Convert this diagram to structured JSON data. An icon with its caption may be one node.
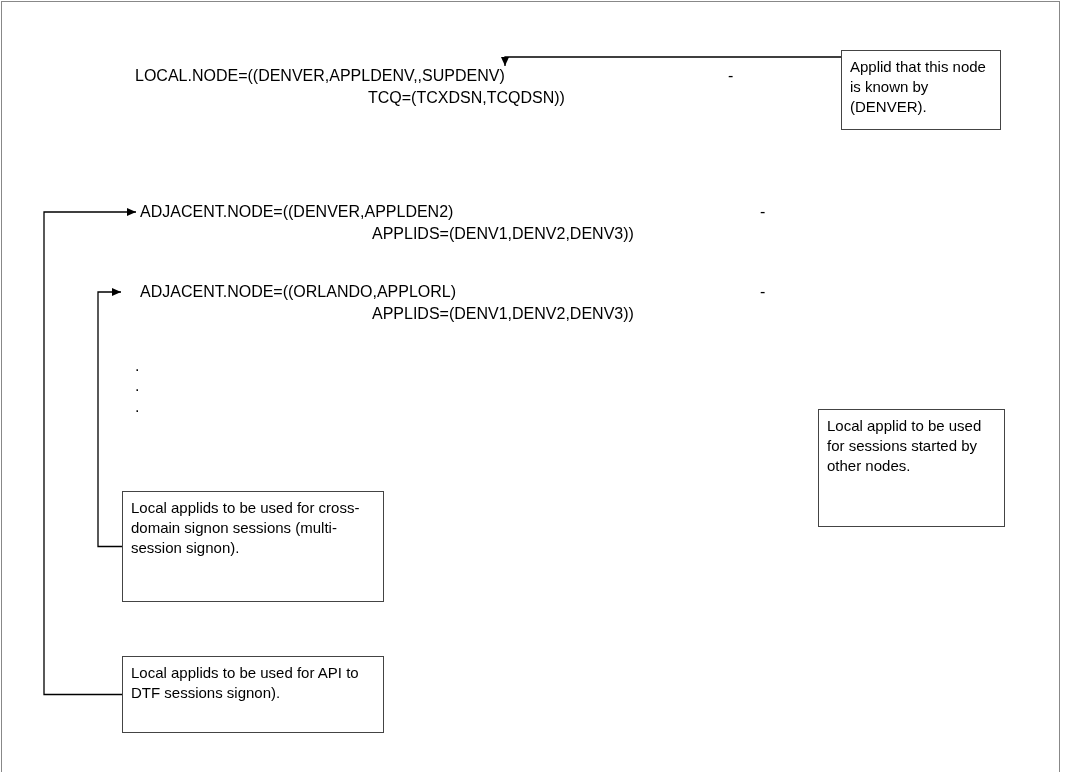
{
  "diagram": {
    "nodes": [
      {
        "text": [
          "Applid that this node is known by (DENVER)."
        ]
      },
      {
        "text": [
          "LOCAL.NODE=((DENVER,APPLDENV,,SUPDENV)",
          "-",
          "TCQ=(TCXDSN,TCQDSN))"
        ]
      },
      {
        "text": [
          "ADJACENT.NODE=((DENVER,APPLDEN2)",
          "-",
          "APPLIDS=(DENV1,DENV2,DENV3))"
        ]
      },
      {
        "text": [
          "ADJACENT.NODE=((ORLANDO,APPLORL)",
          "-",
          "APPLIDS=(DENV1,DENV2,DENV3))"
        ]
      },
      {
        "text": [
          "Local applids to be used for cross-domain signon sessions (multi-session signon)."
        ]
      },
      {
        "text": [
          "Local applids to be used for API to DTF sessions signon)."
        ]
      },
      {
        "text": [
          "Local applid to be used for sessions started by other nodes."
        ]
      }
    ],
    "edges": [
      {
        "from": 0,
        "to": 1,
        "arrow": "to"
      },
      {
        "from": 5,
        "to": 2,
        "arrow": "to"
      },
      {
        "from": 4,
        "to": 3,
        "arrow": "to"
      }
    ],
    "labels": [
      ".",
      ".",
      "."
    ]
  }
}
